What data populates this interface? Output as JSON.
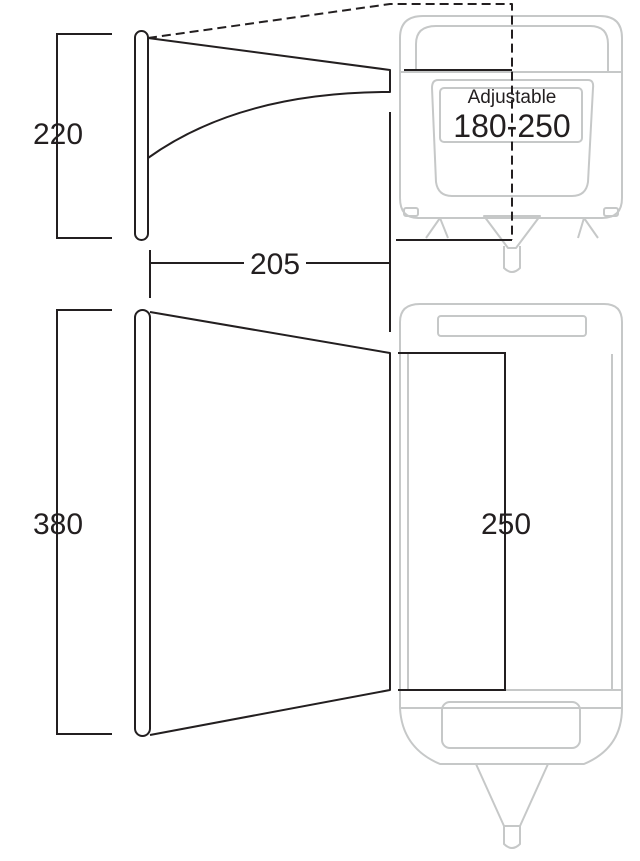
{
  "dimensions": {
    "side_height": "220",
    "depth": "205",
    "adjustable_label": "Adjustable",
    "adjustable_range": "180-250",
    "front_width": "380",
    "caravan_width": "250"
  },
  "colors": {
    "outline": "#231f20",
    "caravan": "#c6c8c8",
    "background": "#ffffff"
  }
}
